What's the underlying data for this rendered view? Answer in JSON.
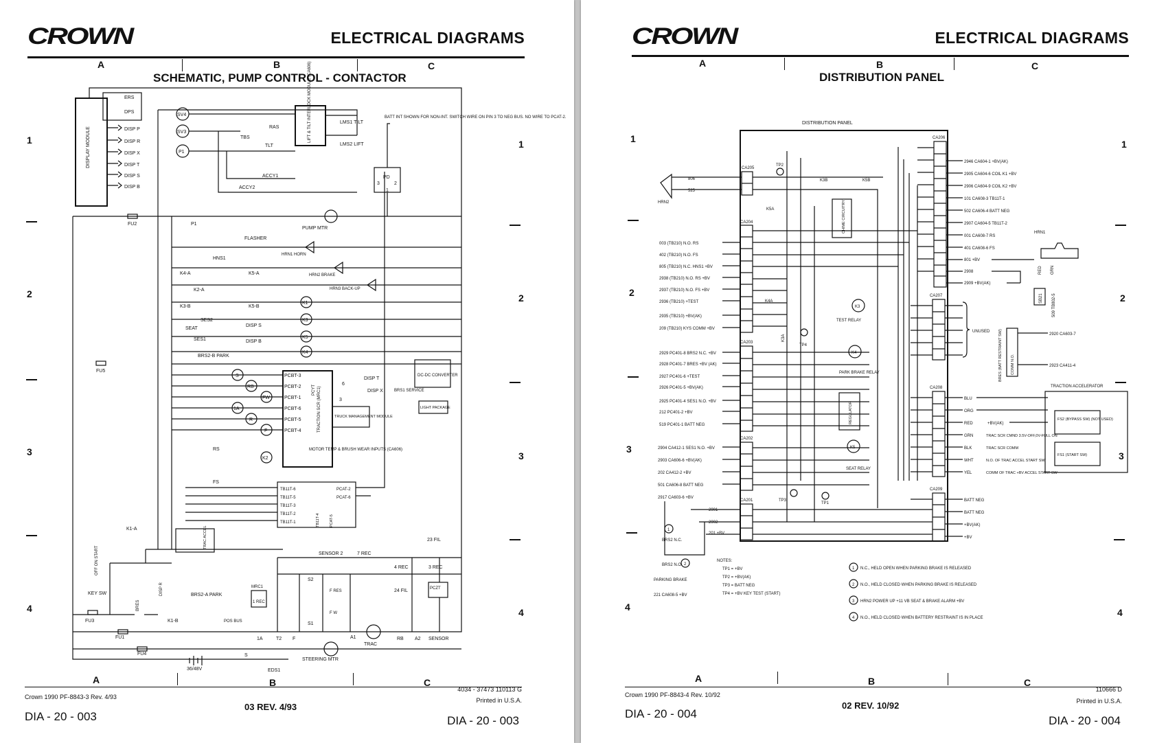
{
  "pages": [
    {
      "brand": "CROWN",
      "header_title": "ELECTRICAL DIAGRAMS",
      "columns_top": [
        "A",
        "B",
        "C"
      ],
      "sheet_title": "SCHEMATIC, PUMP CONTROL - CONTACTOR",
      "rows": [
        "1",
        "2",
        "3",
        "4"
      ],
      "columns_bottom": [
        "A",
        "B",
        "C"
      ],
      "footer_left": "Crown 1990 PF-8843-3 Rev. 4/93",
      "footer_part": "4034 - 37473   110113 G",
      "footer_printed": "Printed in U.S.A.",
      "footer_rev": "03 REV. 4/93",
      "footer_dia": "DIA - 20 - 003",
      "labels": {
        "display_module": "DISPLAY MODULE",
        "ers": "ERS",
        "dps": "DPS",
        "disp_p": "DISP P",
        "disp_r": "DISP R",
        "disp_x": "DISP X",
        "disp_t": "DISP T",
        "disp_s": "DISP S",
        "disp_b": "DISP B",
        "sv4": "SV4",
        "sv3": "SV3",
        "p1": "P1",
        "tbs": "TBS",
        "ras": "RAS",
        "tlt": "TLT",
        "accy1": "ACCY1",
        "accy2": "ACCY2",
        "interlock": "LIFT & TILT INTERLOCK MODULE (CA606)",
        "lms1": "LMS1 TILT",
        "lms2": "LMS2 LIFT",
        "batt_note": "BATT INT SHOWN FOR NON-INT. SWITCH WIRE ON PIN 3 TO NEG BUS. NO WIRE TO PCAT-2.",
        "pd": "PD",
        "pd3": "3",
        "pd2": "2",
        "pd1": "1",
        "fu2": "FU2",
        "p1b": "P1",
        "pump_mtr": "PUMP MTR",
        "flasher": "FLASHER",
        "hns1": "HNS1",
        "hrn1": "HRN1 HORN",
        "k4a": "K4-A",
        "k5a": "K5-A",
        "hrn2": "HRN2 BRAKE",
        "k2a": "K2-A",
        "hrn3": "HRN3 BACK-UP",
        "k3b": "K3-B",
        "k5b": "K5-B",
        "k1": "K1",
        "k3": "K3",
        "k5": "K5",
        "k4": "K4",
        "ses2": "SES2",
        "seat": "SEAT",
        "ses1": "SES1",
        "brs2b": "BRS2-B PARK",
        "disps2": "DISP S",
        "dispb2": "DISP B",
        "fu5": "FU5",
        "pcbt3": "PCBT-3",
        "pcbt2": "PCBT-2",
        "pcbt1": "PCBT-1",
        "pcbt6": "PCBT-6",
        "pcbt5": "PCBT-5",
        "pcbt4": "PCBT-4",
        "s": "S",
        "rb": "RB",
        "fw": "FW",
        "one_a": "1A",
        "r": "R",
        "f": "F",
        "traction_scr": "TRACTION SCR (MRC1)",
        "pcyt": "PCYT",
        "disp_t2": "DISP T",
        "disp_x2": "DISP X",
        "six": "6",
        "three": "3",
        "truck_mgmt": "TRUCK MANAGEMENT MODULE",
        "motor_temp": "MOTOR TEMP & BRUSH WEAR INPUTS (CA606)",
        "dcdc": "DC-DC CONVERTER",
        "brs1": "BRS1 SERVICE",
        "light_pkg": "LIGHT PACKAGE",
        "rs": "RS",
        "fs": "FS",
        "k2": "K2",
        "tb11t6": "TB11T-6",
        "tb11t5": "TB11T-5",
        "tb11t3": "TB11T-3",
        "tb11t2": "TB11T-2",
        "tb11t1": "TB11T-1",
        "pcat2": "PCAT-2",
        "pcat6": "PCAT-6",
        "tb11t4": "TB11T-4",
        "pcat5": "PCAT-5",
        "k1a": "K1-A",
        "trac_accel": "TRAC ACCEL",
        "sensor2": "SENSOR 2",
        "rec7": "7 REC",
        "fil23": "23 FIL",
        "key_sw": "KEY SW",
        "off_on_start": "OFF ON START",
        "disp_r2": "DISP R",
        "bres": "BRES",
        "brs2a": "BRS2-A PARK",
        "k1b": "K1-B",
        "mrc1": "MRC1",
        "rec1": "1 REC",
        "s2": "S2",
        "fres": "F RES",
        "fw2": "F W",
        "s1": "S1",
        "rec4": "4 REC",
        "rec3": "3 REC",
        "fil24": "24 FIL",
        "pczt": "PCZT",
        "fu3": "FU3",
        "fu1": "FU1",
        "fu4": "FU4",
        "pos_bus": "POS BUS",
        "t1a": "1A",
        "t2": "T2",
        "tf": "F",
        "a1": "A1",
        "trac": "TRAC",
        "rb2": "RB",
        "a2": "A2",
        "sensor": "SENSOR",
        "s3": "S",
        "v3648": "36/48V",
        "eds1": "EDS1",
        "steering_mtr": "STEERING MTR"
      }
    },
    {
      "brand": "CROWN",
      "header_title": "ELECTRICAL DIAGRAMS",
      "columns_top": [
        "A",
        "B",
        "C"
      ],
      "sheet_title": "DISTRIBUTION PANEL",
      "rows": [
        "1",
        "2",
        "3",
        "4"
      ],
      "columns_bottom": [
        "A",
        "B",
        "C"
      ],
      "footer_left": "Crown 1990 PF-8843-4 Rev. 10/92",
      "footer_part": "110666 D",
      "footer_printed": "Printed in U.S.A.",
      "footer_rev": "02 REV. 10/92",
      "footer_dia": "DIA - 20 - 004",
      "labels": {
        "panel_title": "DISTRIBUTION PANEL",
        "ca205": "CA205",
        "ca204": "CA204",
        "ca203": "CA203",
        "ca202": "CA202",
        "ca201": "CA201",
        "ca206": "CA206",
        "ca207": "CA207",
        "ca208": "CA208",
        "ca209": "CA209",
        "tp1": "TP1",
        "tp2": "TP2",
        "tp3": "TP3",
        "tp4": "TP4",
        "k3b": "K3B",
        "k5b": "K5B",
        "k5a": "K5A",
        "k4a": "K4A",
        "k3a": "K3A",
        "chime": "CHIME CIRCUITRY",
        "regulator": "REGULATOR",
        "test_relay": "TEST RELAY",
        "park_brake_relay": "PARK BRAKE RELAY",
        "seat_relay": "SEAT RELAY",
        "k3": "K3",
        "k4": "K4",
        "k5": "K5",
        "hrn2": "HRN2",
        "hrn1": "HRN1",
        "w806": "806",
        "w525": "525",
        "left_wires": [
          "003 (TB210) N.O. RS",
          "402 (TB210) N.O. FS",
          "805 (TB210) N.C. HNS1 +BV",
          "2938 (TB210) N.O. RS +BV",
          "2937 (TB210) N.O. FS +BV",
          "2936 (TB210) +TEST",
          "2935 (TB210) +BV(AK)",
          "209 (TB210) KYS COMM +BV",
          "2929 PC401-8 BRS2 N.C. +BV",
          "2928 PC401-7 BRES +BV (AK)",
          "2927 PC401-6 +TEST",
          "2926 PC401-5 +BV(AK)",
          "2925 PC401-4 SES1 N.O. +BV",
          "212 PC401-2 +BV",
          "519 PC401-1 BATT NEG",
          "2904 CA412-1 SES1 N.O. +BV",
          "2903 CA606-6 +BV(AK)",
          "202 CA412-2 +BV",
          "501 CA606-8 BATT NEG",
          "2917 CA603-6 +BV"
        ],
        "right_wires": [
          "2946 CA604-1 +BV(AK)",
          "2905 CA604-6 COIL K1 +BV",
          "2906 CA604-9 COIL K2 +BV",
          "101 CA608-3 TB11T-1",
          "502 CA606-4 BATT NEG",
          "2907 CA604-5 TB11T-2",
          "001 CA608-7 RS",
          "401 CA608-6 FS",
          "801 +BV",
          "2908",
          "2909 +BV(AK)"
        ],
        "unused": "UNUSED",
        "ca208_wires": [
          "BLU",
          "ORG",
          "RED",
          "GRN",
          "BLK",
          "WHT",
          "YEL"
        ],
        "red_bv": "+BV(AK)",
        "trac_scr_cmnd": "TRAC SCR CMND 3.5V-OFF,0V-FULL ON",
        "trac_scr_comm": "TRAC SCR COMM",
        "no_trac": "N.O. OF TRAC ACCEL START SW",
        "comm_trac": "COMM OF TRAC +BV ACCEL START SW",
        "ca209_wires": [
          "BATT NEG",
          "BATT NEG",
          "+BV(AK)",
          "+BV"
        ],
        "traction_accel": "TRACTION ACCELERATOR",
        "fs2": "FS2 (BYPASS SW) (NOT USED)",
        "fs1": "FS1 (START SW)",
        "hrn1_red": "RED",
        "hrn1_grn": "GRN",
        "sb21": "SB21",
        "w509": "509 TB802-5",
        "bres": "BRES (BATT RESTRAINT SW)",
        "comm_no": "COMM N.O.",
        "w2920": "2920 CA603-7",
        "w2923": "2923 CA411-4",
        "w2901": "2901",
        "w2902": "2902",
        "w201": "201 +BV",
        "brs2_nc": "BRS2 N.C.",
        "brs2_no": "BRS2 N.O.",
        "parking_brake": "PARKING BRAKE",
        "w221": "221 CA608-5 +BV",
        "notes_title": "NOTES:",
        "notes": [
          "TP1 = +BV",
          "TP2 = +BV(AK)",
          "TP3 = BATT NEG",
          "TP4 = +BV KEY TEST (START)"
        ],
        "callouts": [
          "N.C., HELD OPEN WHEN PARKING BRAKE IS RELEASED",
          "N.O., HELD CLOSED WHEN PARKING BRAKE IS RELEASED",
          "HRN2 POWER UP +11 VB SEAT & BRAKE ALARM +BV",
          "N.O., HELD CLOSED WHEN BATTERY RESTRAINT IS IN PLACE"
        ],
        "c1": "1",
        "c2": "2",
        "c3": "3",
        "c4": "4"
      }
    }
  ]
}
